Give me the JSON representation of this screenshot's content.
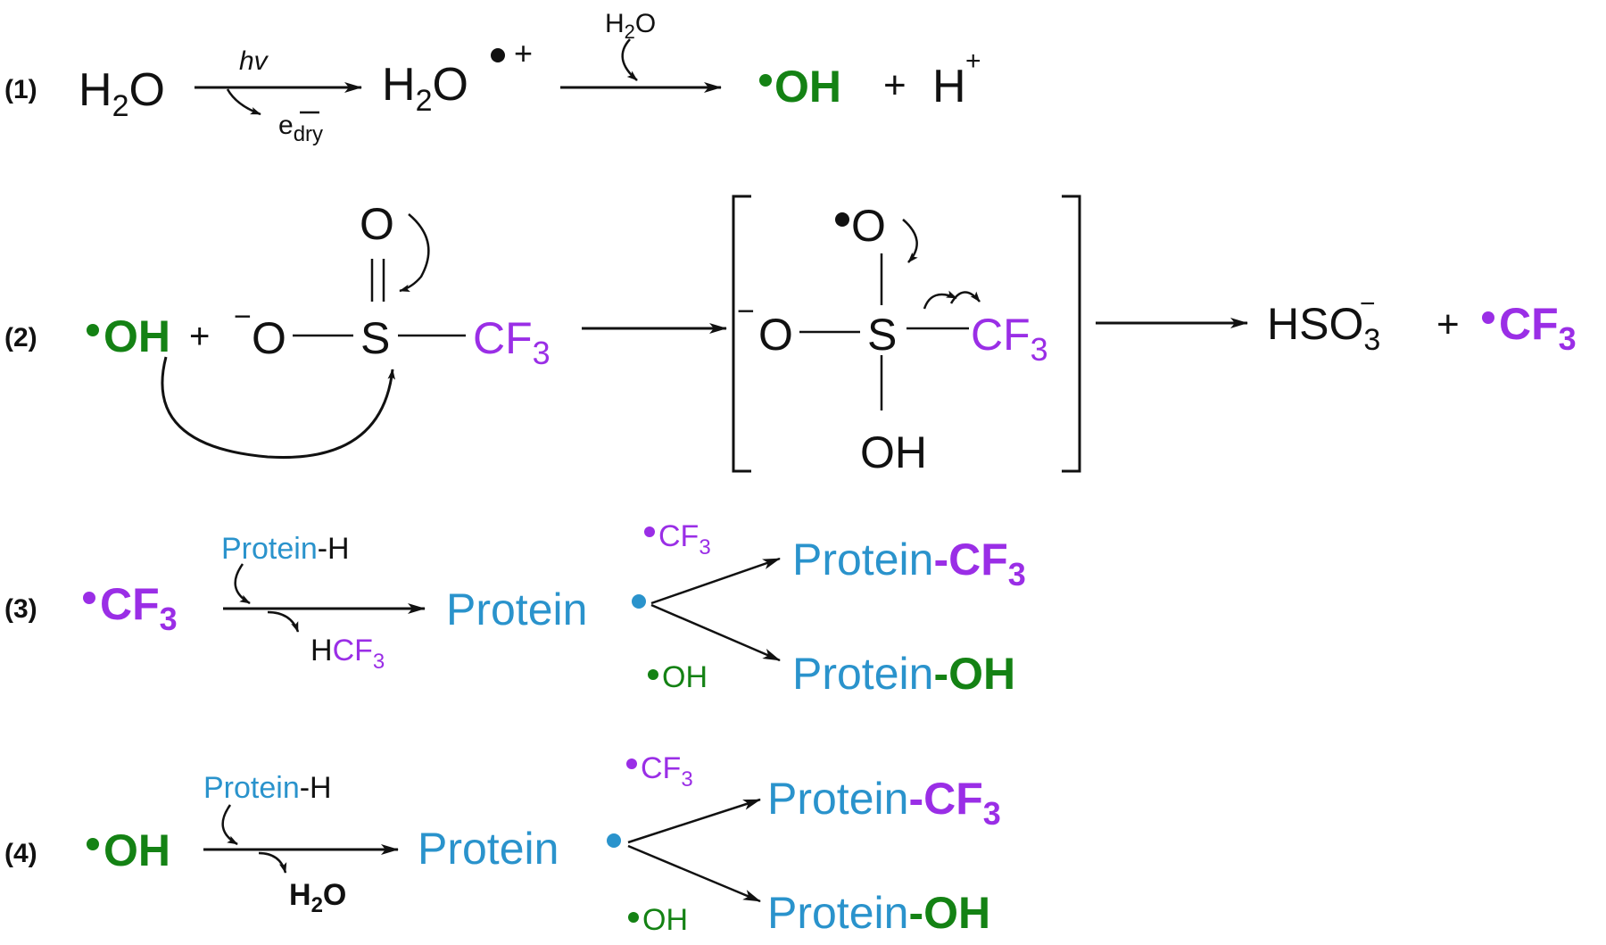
{
  "colors": {
    "black": "#111111",
    "green": "#148214",
    "purple": "#9a2ee6",
    "blue": "#2a93cc"
  },
  "labels": {
    "num_1": "(1)",
    "num_2": "(2)",
    "num_3": "(3)",
    "num_4": "(4)",
    "h2o": "H",
    "sub_2": "2",
    "o": "O",
    "plus": "+",
    "minus": "−",
    "hv": "hv",
    "e_dry_e": "e",
    "e_dry_sub": "dry",
    "oh": "OH",
    "h_plus": "H",
    "s": "S",
    "cf3_c": "CF",
    "sub_3": "3",
    "hso3": "HSO",
    "protein": "Protein",
    "protein_h": "Protein",
    "h_suffix": "-H",
    "protein_cf3_dash": "-CF",
    "protein_oh_dash": "-OH",
    "h_cf3_h": "H"
  },
  "icons": [
    "radical-dot",
    "reaction-arrow",
    "curved-electron-arrow",
    "bracket"
  ]
}
